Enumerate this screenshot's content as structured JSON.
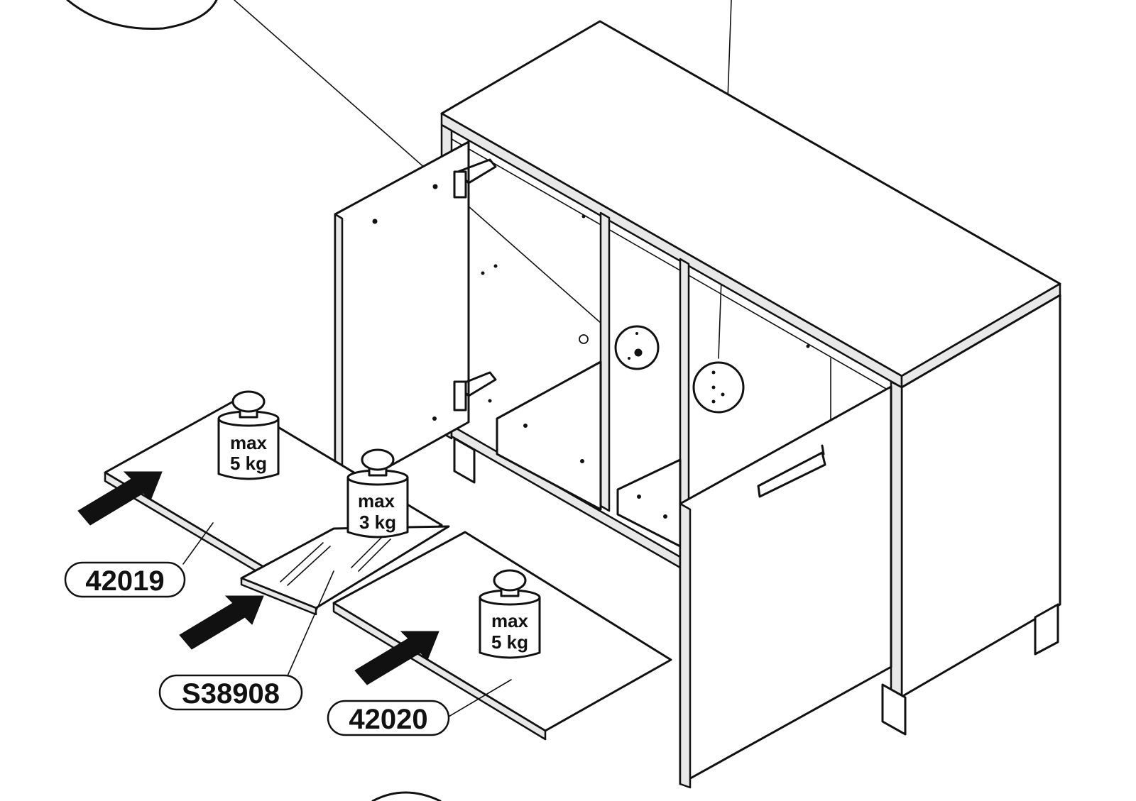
{
  "parts": [
    {
      "id": "42019"
    },
    {
      "id": "S38908"
    },
    {
      "id": "42020"
    }
  ],
  "weights": [
    {
      "line1": "max",
      "line2": "5 kg"
    },
    {
      "line1": "max",
      "line2": "3 kg"
    },
    {
      "line1": "max",
      "line2": "5 kg"
    }
  ],
  "colors": {
    "ink": "#111111",
    "paper": "#ffffff"
  }
}
